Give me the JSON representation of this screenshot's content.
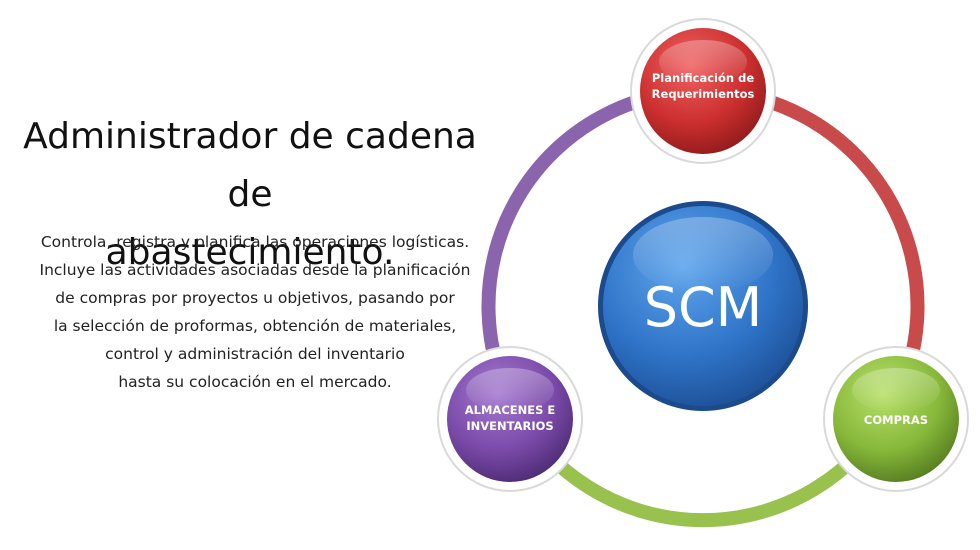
{
  "title": {
    "lines": [
      "Administrador de cadena de",
      "abastecimiento."
    ]
  },
  "description": {
    "lines": [
      "Controla, registra y planifica las operaciones logísticas.",
      "Incluye las actividades asociadas desde la planificación",
      "de compras por proyectos u objetivos, pasando por",
      "la selección de proformas, obtención de materiales,",
      "control y administración del inventario",
      "hasta su colocación en el mercado."
    ]
  },
  "diagram": {
    "center": {
      "label": "SCM",
      "color": "#2f74c8"
    },
    "nodes": [
      {
        "id": "planificacion",
        "lines": [
          "Planificación de",
          "Requerimientos"
        ],
        "color": "#cc2f2f"
      },
      {
        "id": "compras",
        "lines": [
          "COMPRAS"
        ],
        "color": "#86b83a"
      },
      {
        "id": "almacenes",
        "lines": [
          "ALMACENES E",
          "INVENTARIOS"
        ],
        "color": "#7a4aa8"
      }
    ],
    "ring_colors": {
      "planificacion_to_compras": "#c94a4a",
      "compras_to_almacenes": "#98c24d",
      "almacenes_to_planificacion": "#8a64ad"
    }
  }
}
